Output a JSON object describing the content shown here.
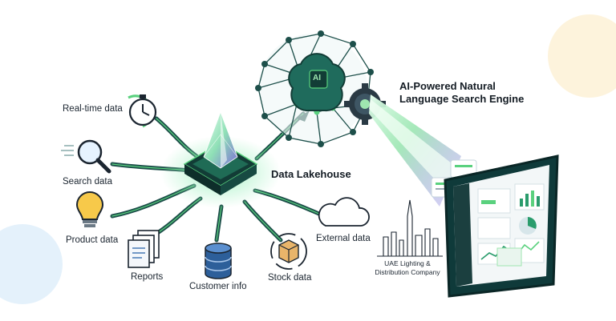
{
  "engine": {
    "title_line1": "AI-Powered Natural",
    "title_line2": "Language Search Engine",
    "chip_text": "AI"
  },
  "hub": {
    "title": "Data Lakehouse"
  },
  "sources": {
    "realtime": "Real-time data",
    "search": "Search data",
    "product": "Product data",
    "reports": "Reports",
    "customer": "Customer info",
    "stock": "Stock data",
    "external": "External data"
  },
  "company": {
    "line1": "UAE Lighting &",
    "line2": "Distribution Company"
  },
  "colors": {
    "accent": "#5ad17e",
    "dark": "#163a3a",
    "teal": "#1e6b5c",
    "beam": "#9fe6b0",
    "glow": "#a57cf0"
  },
  "icons": [
    "clock-icon",
    "magnifier-icon",
    "lightbulb-icon",
    "reports-icon",
    "database-icon",
    "stock-box-icon",
    "cloud-icon",
    "brain-network-icon",
    "gear-icon",
    "prism-icon",
    "dashboard-icon",
    "city-skyline-icon"
  ]
}
